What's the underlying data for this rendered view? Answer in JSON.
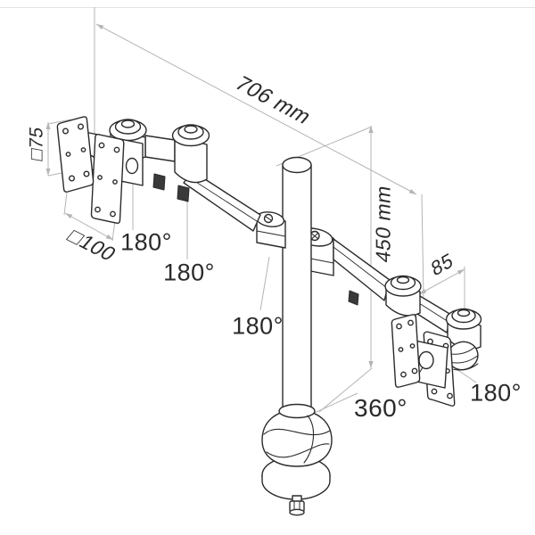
{
  "diagram": {
    "type": "technical-line-drawing",
    "subject": "dual-monitor desk mount arm with pole and grommet base",
    "colors": {
      "background": "#ffffff",
      "line": "#2b2b2b",
      "dimension_line": "#b4b4b4",
      "text": "#2a2a2a"
    },
    "dimensions": {
      "arm_span": "706 mm",
      "pole_height": "450 mm",
      "vesa_small": "□75",
      "vesa_large": "□100",
      "end_offset": "85"
    },
    "rotations": {
      "left_mount": "180°",
      "arm_elbow": "180°",
      "pole_clamp": "180°",
      "pole_base": "360°",
      "right_mount": "180°"
    }
  }
}
